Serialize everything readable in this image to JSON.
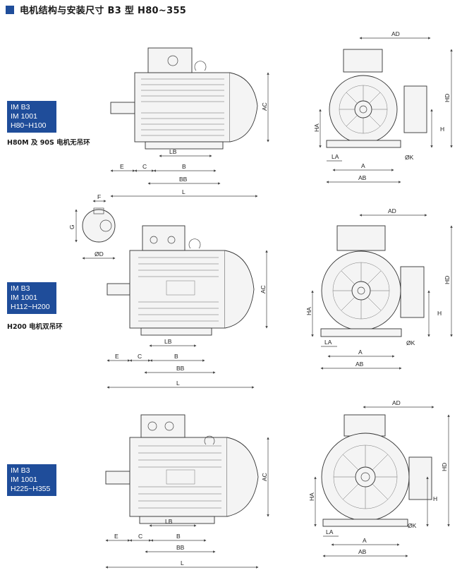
{
  "page_title": "电机结构与安装尺寸 B3 型 H80~355",
  "sections": [
    {
      "badge": [
        "IM B3",
        "IM 1001",
        "H80~H100"
      ],
      "note": "H80M 及 90S 电机无吊环",
      "side_labels": {
        "E": "E",
        "C": "C",
        "LB": "LB",
        "B": "B",
        "BB": "BB",
        "L": "L",
        "AC": "AC"
      },
      "end_labels": {
        "AD": "AD",
        "HD": "HD",
        "HA": "HA",
        "H": "H",
        "LA": "LA",
        "A": "A",
        "AB": "AB",
        "K": "ØK"
      }
    },
    {
      "badge": [
        "IM B3",
        "IM 1001",
        "H112~H200"
      ],
      "note": "H200 电机双吊环",
      "side_labels": {
        "E": "E",
        "C": "C",
        "LB": "LB",
        "B": "B",
        "BB": "BB",
        "L": "L",
        "AC": "AC"
      },
      "end_labels": {
        "AD": "AD",
        "HD": "HD",
        "HA": "HA",
        "H": "H",
        "LA": "LA",
        "A": "A",
        "AB": "AB",
        "K": "ØK"
      },
      "shaft_labels": {
        "F": "F",
        "G": "G",
        "D": "ØD"
      }
    },
    {
      "badge": [
        "IM B3",
        "IM 1001",
        "H225~H355"
      ],
      "note": "",
      "side_labels": {
        "E": "E",
        "C": "C",
        "LB": "LB",
        "B": "B",
        "BB": "BB",
        "L": "L",
        "AC": "AC"
      },
      "end_labels": {
        "AD": "AD",
        "HD": "HD",
        "HA": "HA",
        "H": "H",
        "LA": "LA",
        "A": "A",
        "AB": "AB",
        "K": "ØK"
      }
    }
  ]
}
